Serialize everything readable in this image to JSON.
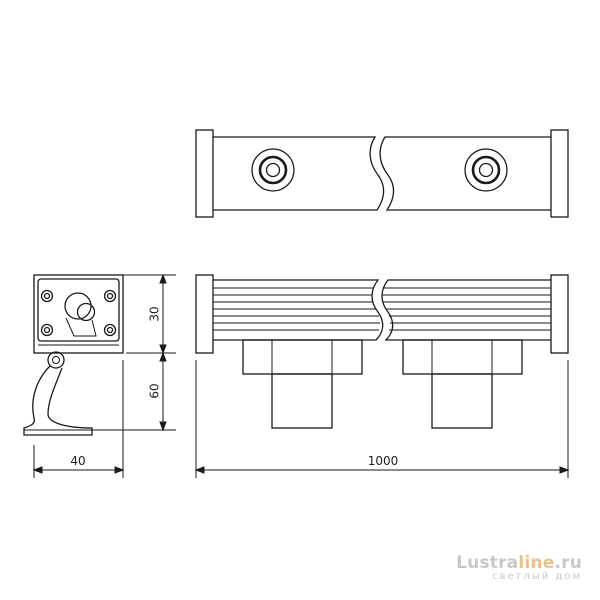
{
  "dimensions": {
    "width_side": "40",
    "length": "1000",
    "height_top": "30",
    "height_bracket": "60"
  },
  "logo": {
    "name_part1": "Lustra",
    "name_part2": "line",
    "name_part3": ".ru",
    "tagline": "светлый дом"
  },
  "colors": {
    "line": "#1a1a1a",
    "logo_gray": "#c8c8c8",
    "logo_accent": "#e9c28a"
  }
}
